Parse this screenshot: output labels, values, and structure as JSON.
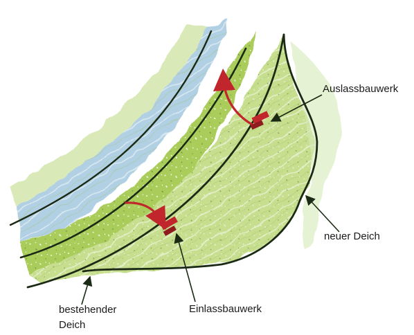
{
  "labels": {
    "outlet": "Auslassbauwerk",
    "new_dike": "neuer Deich",
    "inlet": "Einlassbauwerk",
    "existing_dike_line1": "bestehender",
    "existing_dike_line2": "Deich"
  },
  "colors": {
    "river": "#a9cbe0",
    "polder": "#c6de8e",
    "dike_band": "#a9cc5a",
    "dike_line": "#1b2a14",
    "structure": "#c0262b",
    "background": "#ffffff"
  }
}
